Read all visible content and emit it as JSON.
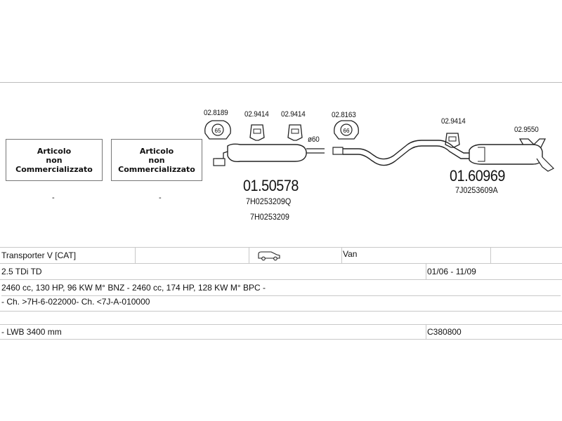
{
  "boxes": [
    {
      "text": "Articolo\nnon\nCommercializzato",
      "dash": "-"
    },
    {
      "text": "Articolo\nnon\nCommercializzato",
      "dash": "-"
    }
  ],
  "hanger_codes": [
    "02.8189",
    "02.9414",
    "02.9414",
    "02.8163",
    "02.9414",
    "02.9550"
  ],
  "hanger_labels": [
    "65",
    "66"
  ],
  "pipe_diameter": "ø60",
  "part1": {
    "number": "01.50578",
    "refs": [
      "7H0253209Q",
      "7H0253209"
    ]
  },
  "part2": {
    "number": "01.60969",
    "refs": [
      "7J0253609A"
    ]
  },
  "table": {
    "model": "Transporter V [CAT]",
    "body_type": "Van",
    "engine": "2.5 TDi TD",
    "period": "01/06 - 11/09",
    "specs": "2460 cc, 130 HP, 96 KW M° BNZ - 2460 cc, 174 HP, 128 KW M° BPC -",
    "chassis": "- Ch. >7H-6-022000- Ch. <7J-A-010000",
    "wheelbase": "- LWB 3400 mm",
    "catalog_code": "C380800"
  }
}
